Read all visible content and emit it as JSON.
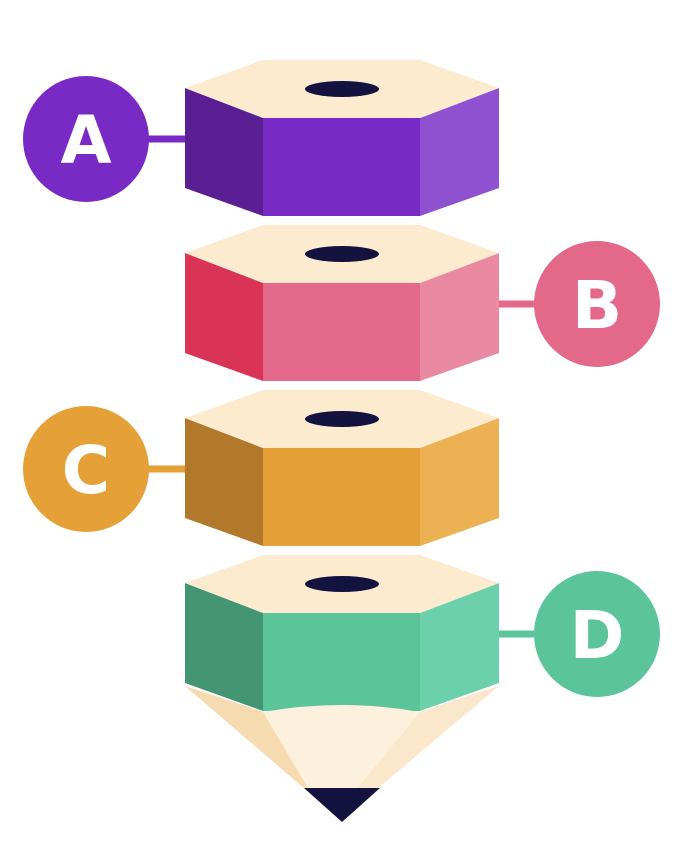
{
  "colors": {
    "cap": "#fdebd0",
    "hole": "#14123e",
    "wood": "#fbe8cc",
    "wood_light": "#fdf0dc",
    "wood_shadow": "#f6dbb0",
    "lead": "#14123e"
  },
  "segments": [
    {
      "letter": "A",
      "side": "left",
      "color": "#7a2ac4",
      "left_face": "#5a1f93",
      "right_face": "#8e52d1"
    },
    {
      "letter": "B",
      "side": "right",
      "color": "#e3688a",
      "left_face": "#d93355",
      "right_face": "#e98aa2"
    },
    {
      "letter": "C",
      "side": "left",
      "color": "#e6a038",
      "left_face": "#b2782c",
      "right_face": "#ebb153"
    },
    {
      "letter": "D",
      "side": "right",
      "color": "#5bc49a",
      "left_face": "#449574",
      "right_face": "#6dd0ac"
    }
  ]
}
